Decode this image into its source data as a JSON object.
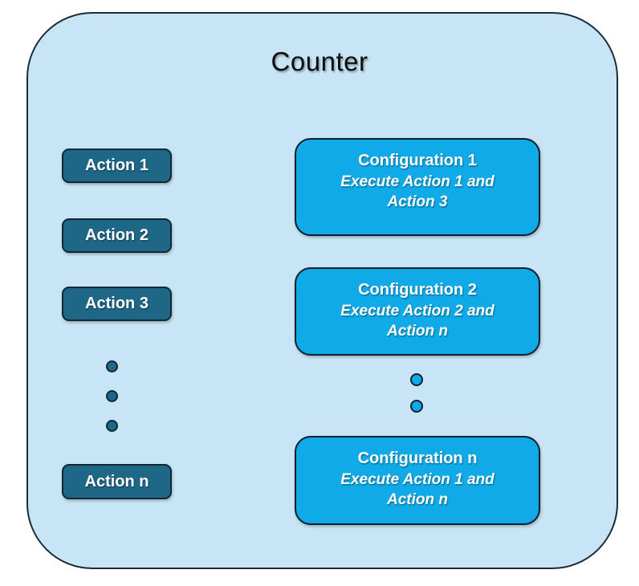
{
  "diagram": {
    "title": "Counter",
    "actions": [
      {
        "label": "Action 1"
      },
      {
        "label": "Action 2"
      },
      {
        "label": "Action 3"
      },
      {
        "label": "Action n"
      }
    ],
    "action_ellipsis_dot_count": 3,
    "configurations": [
      {
        "title": "Configuration 1",
        "lines": [
          "Execute Action 1 and",
          "Action 3"
        ]
      },
      {
        "title": "Configuration 2",
        "lines": [
          "Execute Action 2 and",
          "Action n"
        ]
      },
      {
        "title": "Configuration n",
        "lines": [
          "Execute Action 1 and",
          "Action n"
        ]
      }
    ],
    "configuration_ellipsis_dot_count": 2,
    "colors": {
      "container_fill": "#C7E5F4",
      "container_border": "#1C2B38",
      "action_fill": "#1F6787",
      "action_border": "#122832",
      "config_fill": "#0FAAE7",
      "config_border": "#10202C",
      "dark_text": "#0D0D0D",
      "light_text": "#FFFFFF"
    }
  }
}
